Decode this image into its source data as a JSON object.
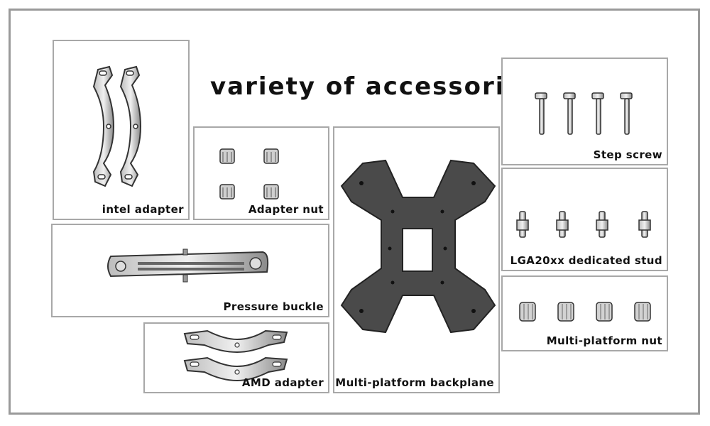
{
  "title": "variety of accessories",
  "panels": {
    "intel_adapter": "intel adapter",
    "adapter_nut": "Adapter nut",
    "pressure_buckle": "Pressure buckle",
    "amd_adapter": "AMD adapter",
    "backplane": "Multi-platform backplane",
    "step_screw": "Step screw",
    "lga_stud": "LGA20xx dedicated stud",
    "platform_nut": "Multi-platform nut"
  }
}
